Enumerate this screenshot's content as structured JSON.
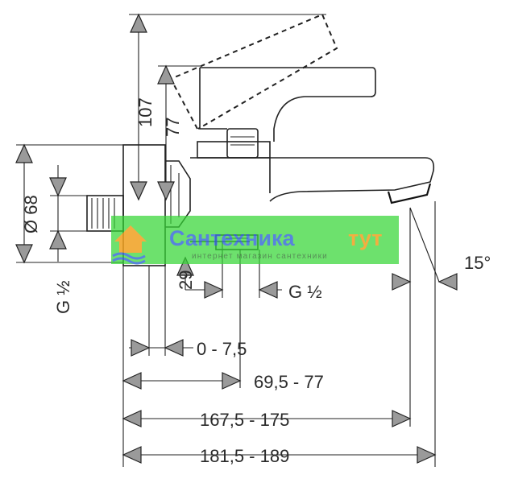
{
  "dimensions": {
    "height_total": "107",
    "height_lever": "77",
    "diameter": "Ø 68",
    "thread_left": "G ½",
    "thread_bottom": "G ½",
    "offset_29": "29",
    "angle": "15°",
    "range_0_75": "0 - 7,5",
    "range_695_77": "69,5 - 77",
    "range_1675_175": "167,5 - 175",
    "range_1815_189": "181,5 - 189"
  },
  "watermark": {
    "title_part1": "Сантехника",
    "title_part2": "тут",
    "subtitle": "интернет магазин сантехники",
    "color_title1": "#3b6fd6",
    "color_title2": "#f0a020",
    "color_band": "#36d636",
    "icon": "house-waves-logo"
  }
}
